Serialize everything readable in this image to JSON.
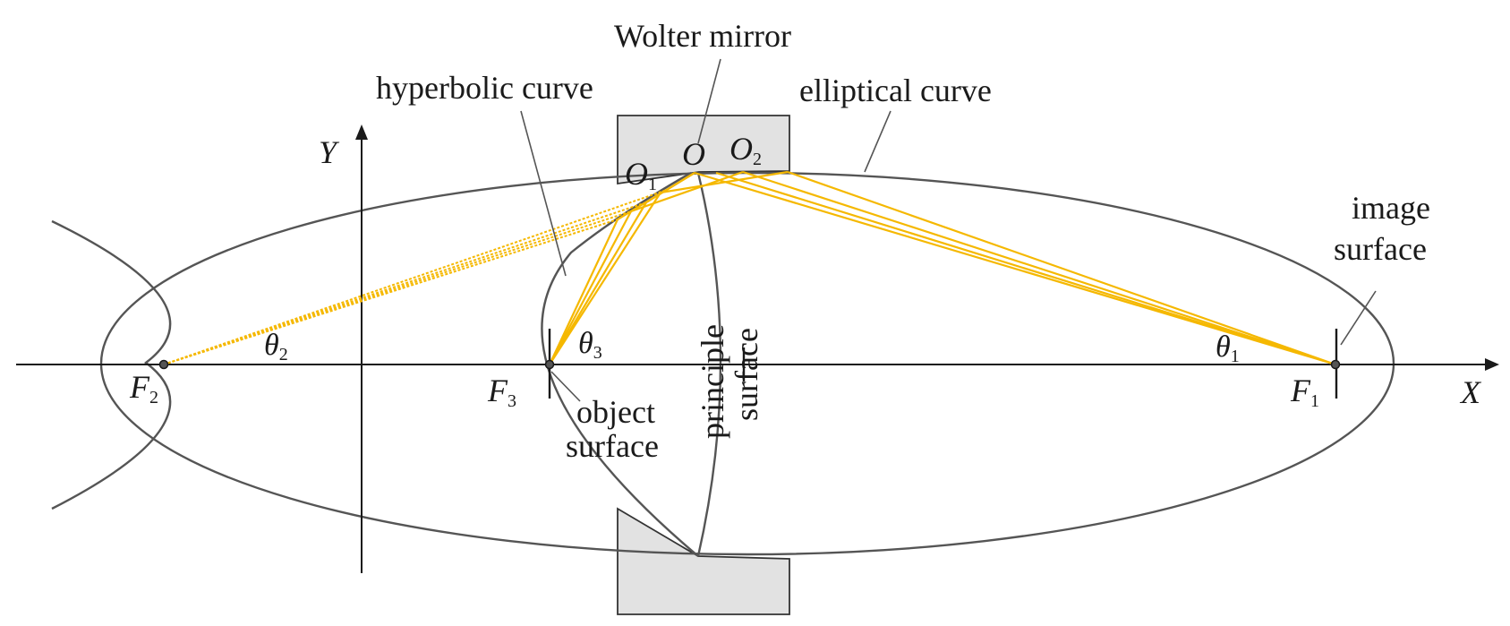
{
  "labels": {
    "wolter_mirror": "Wolter mirror",
    "hyperbolic_curve": "hyperbolic curve",
    "elliptical_curve": "elliptical curve",
    "image_surface_1": "image",
    "image_surface_2": "surface",
    "object_surface_1": "object",
    "object_surface_2": "surface",
    "principle_surface_1": "principle",
    "principle_surface_2": "surface",
    "axis_x": "X",
    "axis_y": "Y"
  },
  "points": {
    "o": "O",
    "o1_main": "O",
    "o1_sub": "1",
    "o2_main": "O",
    "o2_sub": "2",
    "f1_main": "F",
    "f1_sub": "1",
    "f2_main": "F",
    "f2_sub": "2",
    "f3_main": "F",
    "f3_sub": "3"
  },
  "angles": {
    "theta1_main": "θ",
    "theta1_sub": "1",
    "theta2_main": "θ",
    "theta2_sub": "2",
    "theta3_main": "θ",
    "theta3_sub": "3"
  },
  "colors": {
    "ray": "#F5B800",
    "curve": "#555555",
    "mirror_fill": "#e2e2e2"
  }
}
